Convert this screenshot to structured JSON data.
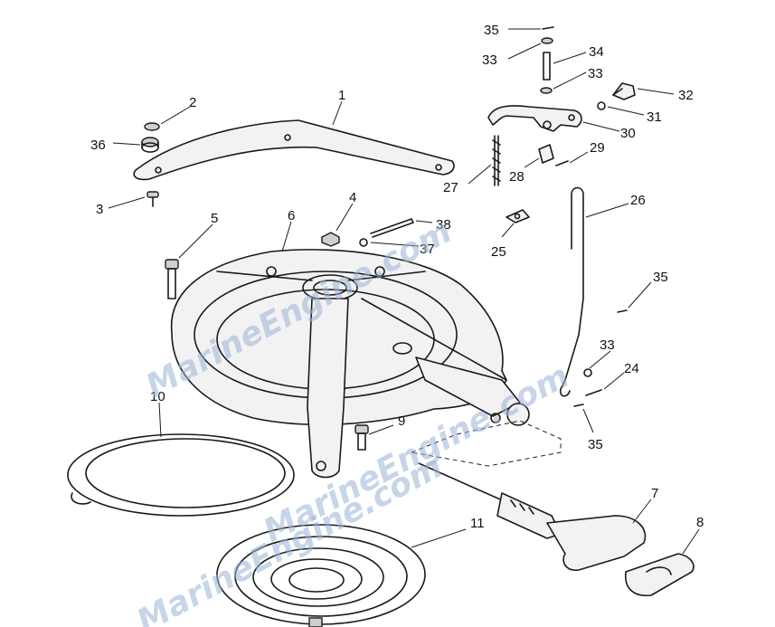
{
  "callouts": [
    {
      "num": "1"
    },
    {
      "num": "2"
    },
    {
      "num": "3"
    },
    {
      "num": "4"
    },
    {
      "num": "5"
    },
    {
      "num": "6"
    },
    {
      "num": "7"
    },
    {
      "num": "8"
    },
    {
      "num": "9"
    },
    {
      "num": "10"
    },
    {
      "num": "11"
    },
    {
      "num": "24"
    },
    {
      "num": "25"
    },
    {
      "num": "26"
    },
    {
      "num": "27"
    },
    {
      "num": "28"
    },
    {
      "num": "29"
    },
    {
      "num": "30"
    },
    {
      "num": "31"
    },
    {
      "num": "32"
    },
    {
      "num": "33"
    },
    {
      "num": "33"
    },
    {
      "num": "33"
    },
    {
      "num": "34"
    },
    {
      "num": "35"
    },
    {
      "num": "35"
    },
    {
      "num": "35"
    },
    {
      "num": "36"
    },
    {
      "num": "37"
    },
    {
      "num": "38"
    }
  ],
  "watermark": "MarineEngine.com",
  "colors": {
    "line": "#1a1a1a",
    "watermark": "#9bb4d6"
  }
}
